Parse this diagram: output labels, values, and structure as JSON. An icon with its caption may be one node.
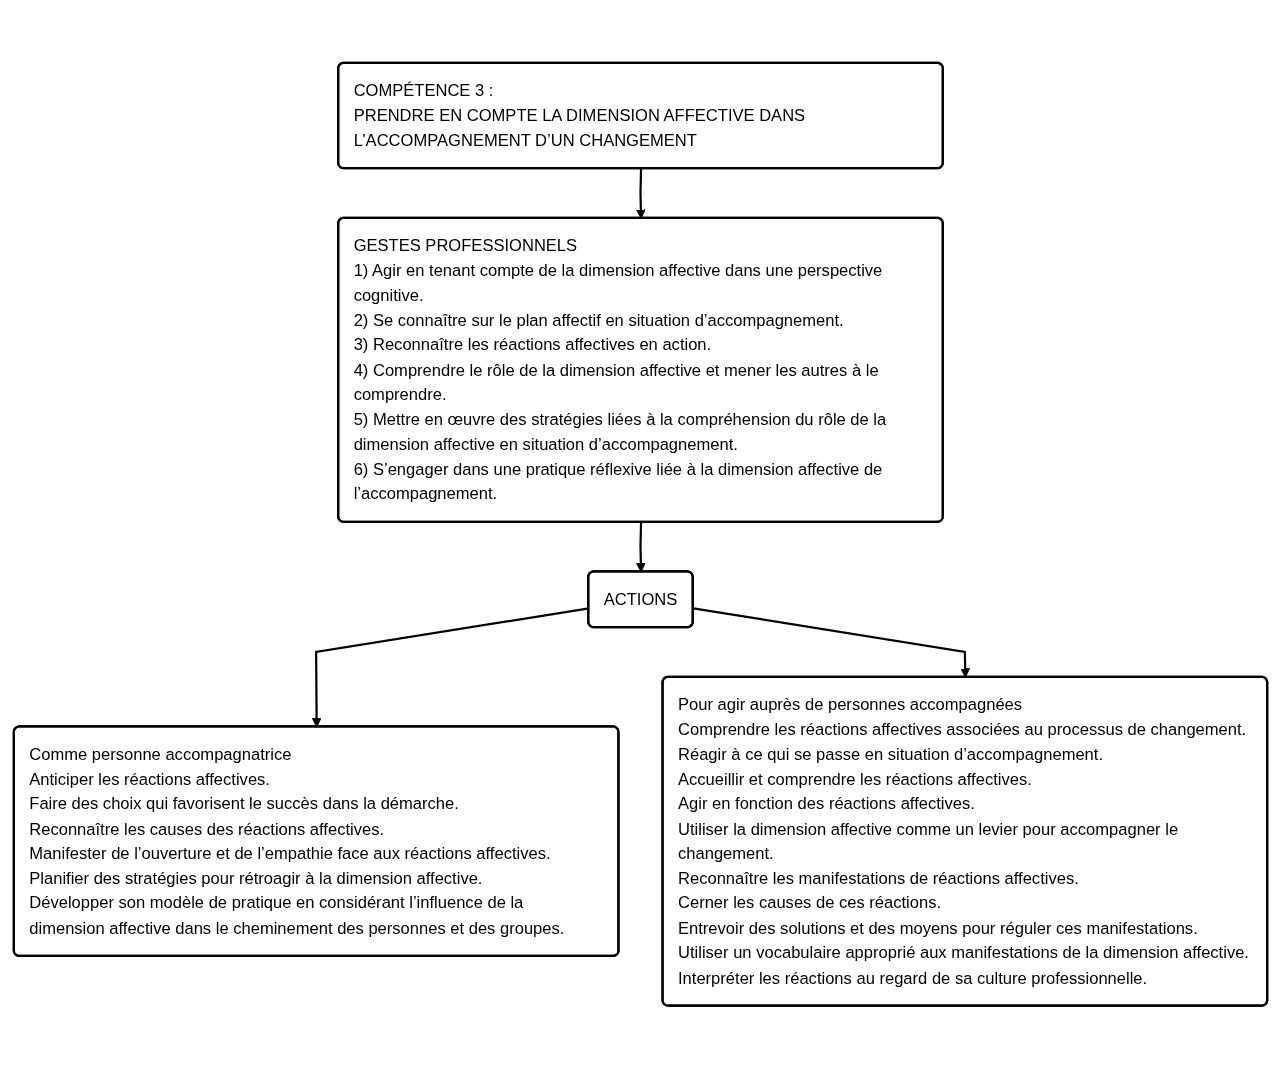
{
  "diagram": {
    "nodes": [
      {
        "text": [
          "COMPÉTENCE 3 :",
          "PRENDRE EN COMPTE LA DIMENSION AFFECTIVE DANS L’ACCOMPAGNEMENT D’UN CHANGEMENT"
        ]
      },
      {
        "text": [
          "GESTES PROFESSIONNELS",
          "1) Agir en tenant compte de la dimension affective dans une perspective cognitive.",
          "2) Se connaître sur le plan affectif en situation d’accompagnement.",
          "3) Reconnaître les réactions affectives en action.",
          "4) Comprendre le rôle de la dimension affective et mener les autres à le comprendre.",
          "5) Mettre en œuvre des stratégies liées à la compréhension du rôle de la dimension affective en situation d’accompagnement.",
          "6) S’engager dans une pratique réflexive liée à la dimension affective de l’accompagnement."
        ]
      },
      {
        "text": [
          "ACTIONS"
        ]
      },
      {
        "text": [
          "Comme personne accompagnatrice",
          "Anticiper les réactions affectives.",
          "Faire des choix qui favorisent le succès dans la démarche.",
          "Reconnaître les causes des réactions affectives.",
          "Manifester de l’ouverture et de l’empathie face aux réactions affectives.",
          "Planifier des stratégies pour rétroagir à la dimension affective.",
          "Développer son modèle de pratique en considérant l’influence de la dimension affective dans le cheminement des personnes et des groupes."
        ]
      },
      {
        "text": [
          "Pour agir auprès de personnes accompagnées",
          "Comprendre les réactions affectives associées au processus de changement.",
          "Réagir à ce qui se passe en situation d’accompagnement.",
          "Accueillir et comprendre les réactions affectives.",
          "Agir en fonction des réactions affectives.",
          "Utiliser la dimension affective comme un levier pour accompagner le changement.",
          "Reconnaître les manifestations de réactions affectives.",
          "Cerner les causes de ces réactions.",
          "Entrevoir des solutions et des moyens pour réguler ces manifestations.",
          "Utiliser un vocabulaire approprié aux manifestations de la dimension affective.",
          "Interpréter les réactions au regard de sa culture professionnelle."
        ]
      }
    ],
    "edges": [
      {
        "from": 0,
        "to": 1,
        "arrow": "to"
      },
      {
        "from": 1,
        "to": 2,
        "arrow": "to"
      },
      {
        "from": 2,
        "to": 3,
        "arrow": "to"
      },
      {
        "from": 2,
        "to": 4,
        "arrow": "to"
      }
    ]
  }
}
